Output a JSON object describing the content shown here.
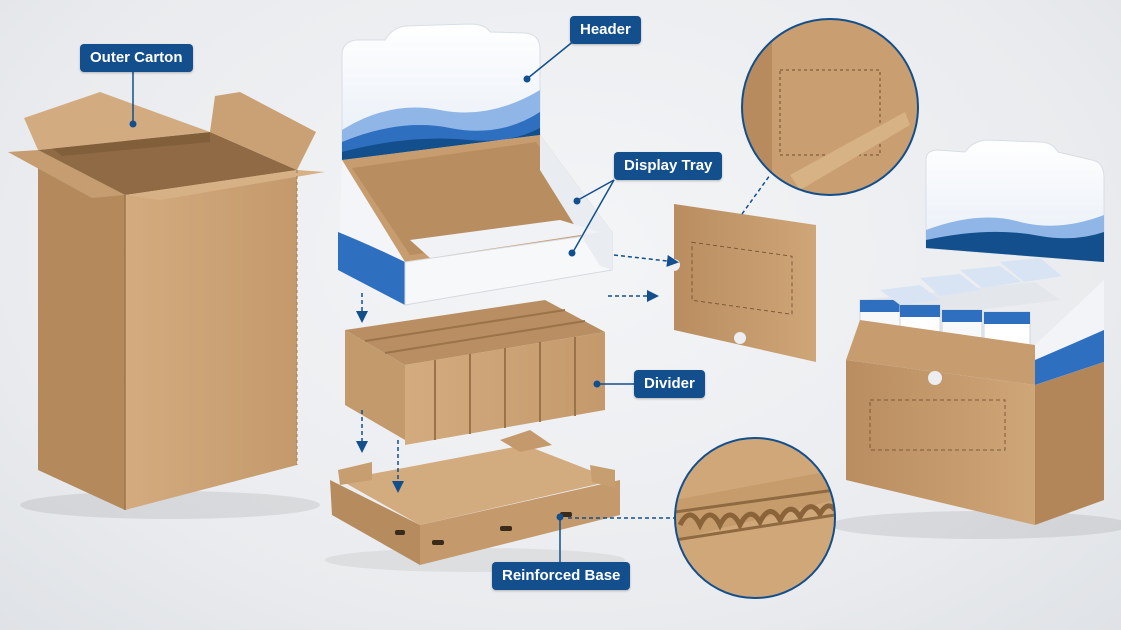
{
  "labels": {
    "outer_carton": "Outer Carton",
    "header": "Header",
    "display_tray": "Display Tray",
    "divider": "Divider",
    "reinforced_base": "Reinforced Base"
  },
  "colors": {
    "kraft": "#c9a073",
    "kraft_dark": "#a97f54",
    "kraft_light": "#ddb98e",
    "brand_blue": "#124f8c",
    "wave_blue": "#2f6fc0",
    "wave_light": "#8fb6e6",
    "white_board": "#f7f8fa"
  },
  "icons": {
    "callout_dot": "callout-dot-icon",
    "arrow": "arrow-icon",
    "magnifier_circle": "zoom-circle"
  }
}
